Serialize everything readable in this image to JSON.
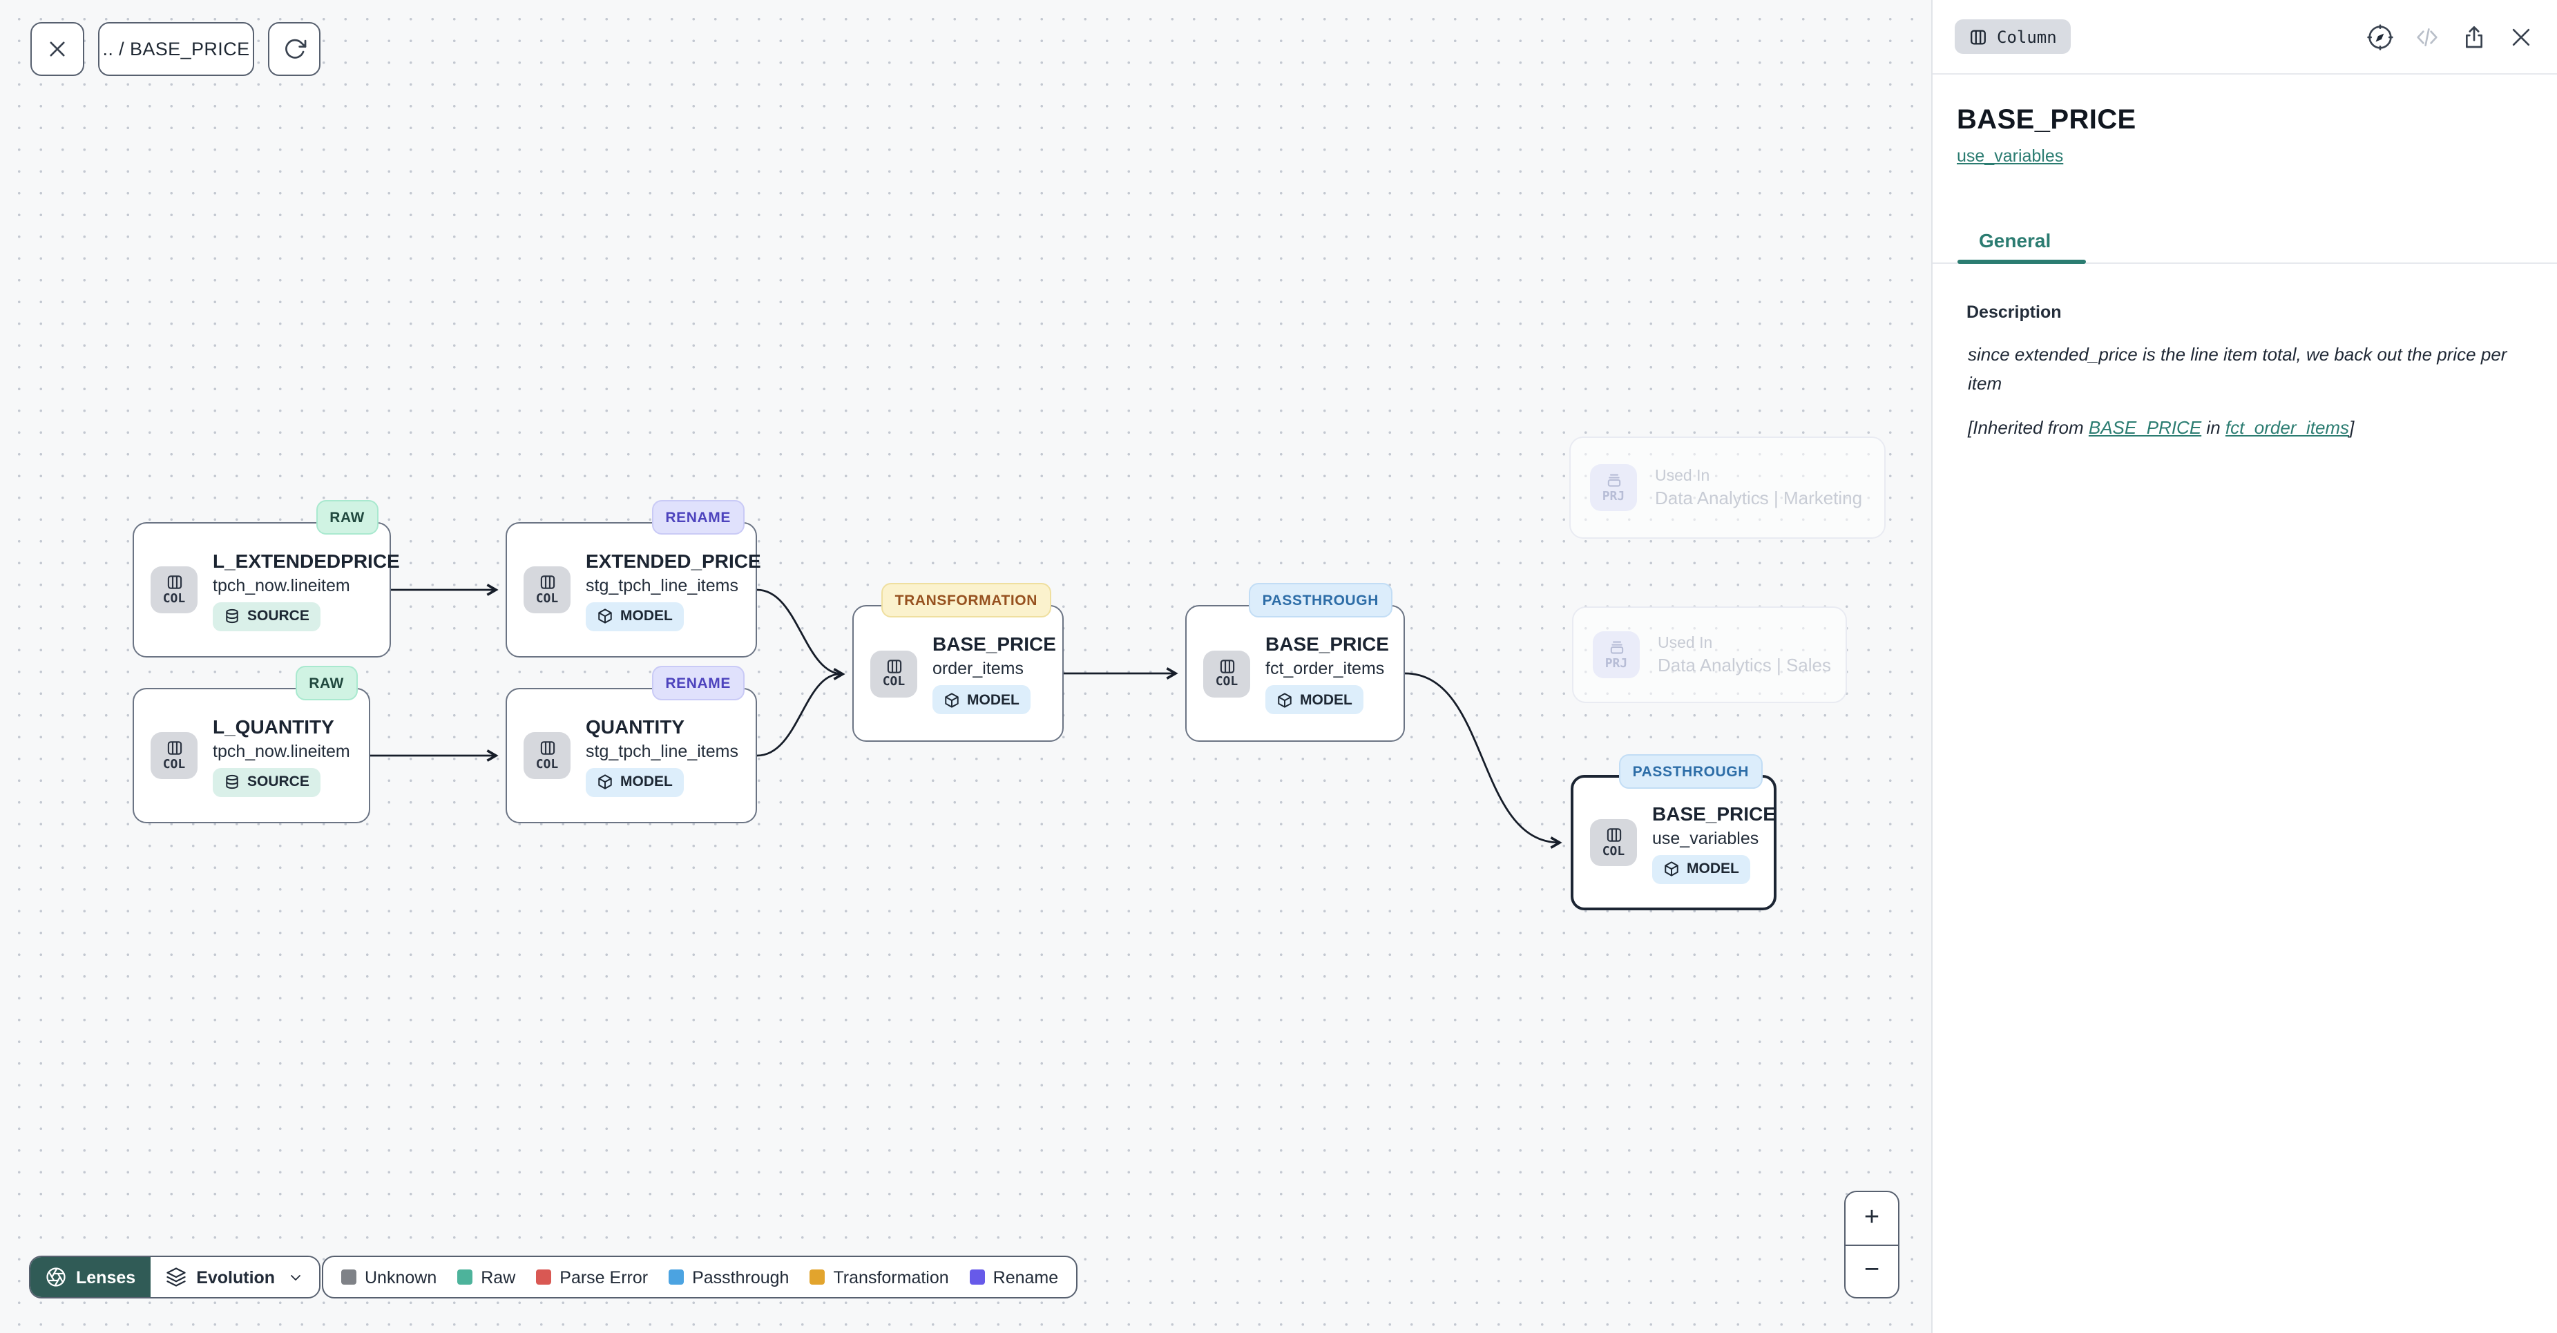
{
  "toolbar": {
    "breadcrumb": ".. / BASE_PRICE"
  },
  "canvas": {
    "nodes": [
      {
        "badge": "RAW",
        "kind": "COL",
        "title": "L_EXTENDEDPRICE",
        "subtitle": "tpch_now.lineitem",
        "tag": "SOURCE"
      },
      {
        "badge": "RENAME",
        "kind": "COL",
        "title": "EXTENDED_PRICE",
        "subtitle": "stg_tpch_line_items",
        "tag": "MODEL"
      },
      {
        "badge": "RAW",
        "kind": "COL",
        "title": "L_QUANTITY",
        "subtitle": "tpch_now.lineitem",
        "tag": "SOURCE"
      },
      {
        "badge": "RENAME",
        "kind": "COL",
        "title": "QUANTITY",
        "subtitle": "stg_tpch_line_items",
        "tag": "MODEL"
      },
      {
        "badge": "TRANSFORMATION",
        "kind": "COL",
        "title": "BASE_PRICE",
        "subtitle": "order_items",
        "tag": "MODEL"
      },
      {
        "badge": "PASSTHROUGH",
        "kind": "COL",
        "title": "BASE_PRICE",
        "subtitle": "fct_order_items",
        "tag": "MODEL"
      },
      {
        "badge": "PASSTHROUGH",
        "kind": "COL",
        "title": "BASE_PRICE",
        "subtitle": "use_variables",
        "tag": "MODEL",
        "selected": true
      }
    ],
    "used_in": [
      {
        "kind": "PRJ",
        "label": "Used In",
        "name": "Data Analytics | Marketing"
      },
      {
        "kind": "PRJ",
        "label": "Used In",
        "name": "Data Analytics | Sales"
      }
    ],
    "lenses": {
      "label": "Lenses",
      "selected_lens": "Evolution"
    },
    "legend": [
      {
        "label": "Unknown",
        "color": "#7f8287"
      },
      {
        "label": "Raw",
        "color": "#4db39b"
      },
      {
        "label": "Parse Error",
        "color": "#d95853"
      },
      {
        "label": "Passthrough",
        "color": "#4ba3e1"
      },
      {
        "label": "Transformation",
        "color": "#e2a42d"
      },
      {
        "label": "Rename",
        "color": "#675ae9"
      }
    ],
    "zoom_in_label": "+",
    "zoom_out_label": "−"
  },
  "panel": {
    "type_badge": "Column",
    "title": "BASE_PRICE",
    "model_link": "use_variables",
    "active_tab": "General",
    "section_heading": "Description",
    "description_text": "since extended_price is the line item total, we back out the price per item",
    "inherited": {
      "prefix": "[Inherited from ",
      "column_link": "BASE_PRICE",
      "infix": " in ",
      "model_link": "fct_order_items",
      "suffix": "]"
    }
  },
  "colors": {
    "accent_teal": "#2b7c71",
    "lenses_button": "#305b56",
    "selected_node_border": "#1c2533",
    "canvas_background": "#f7f8f9"
  }
}
